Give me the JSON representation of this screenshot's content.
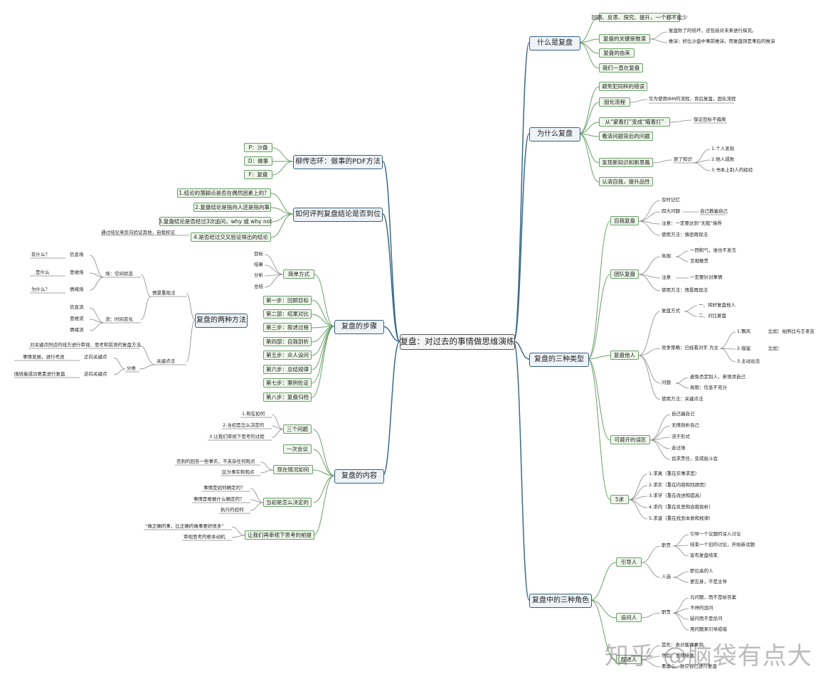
{
  "root": "复盘：对过去的事情做思维演练",
  "right": {
    "what": {
      "title": "什么是复盘",
      "items": [
        "回顾、反思、探究、提升，一个都不能少",
        "复盘的关键是推演",
        "复盘的由来",
        "我们一直在复盘"
      ],
      "key_sub": [
        "复盘败了的结坏，还包括对未来进行探究。",
        "推演：好比沙盘中事前推演，而复盘则是事后的推演"
      ]
    },
    "why": {
      "title": "为什么复盘",
      "items": [
        "避免犯同样的错误",
        "固化流程",
        "从“蒙着打”变成“瞄着打”",
        "看清问题背后的问题",
        "发现新知识和新思路",
        "认清自我，提升品性"
      ],
      "fix_sub": "华为使用IBM的流程，背后复盘，固化流程",
      "aim_sub": "保证目标不偏离",
      "know_label": "原了知识",
      "know_sub": [
        "1.个人发现",
        "2.他人成败",
        "3.书本上别人的经验"
      ]
    },
    "types": {
      "title": "复盘的三种类型",
      "self": {
        "title": "自我复盘",
        "items": [
          "及时记忆",
          "四大问题",
          "注意：一定要达到“无我”境界",
          "使用方法：慎密再现法"
        ],
        "q_sub": "自己教骗自己"
      },
      "team": {
        "title": "团队复盘",
        "items": [
          "氛围",
          "注意",
          "使用方法：情景再现法"
        ],
        "air_sub": [
          "一团和气，谁也不发言",
          "互相推责"
        ],
        "note_sub": "一定要针对事情"
      },
      "other": {
        "title": "复盘他人",
        "items": [
          "复盘方式",
          "竞争策略：已经看对手 为主",
          "问题",
          "使用方法：关键点法"
        ],
        "way_sub": [
          "一、将好复盘他人",
          "二、对比复盘"
        ],
        "comp_sub": [
          "1.飘风",
          "2.借鉴",
          "3.主动出击"
        ],
        "comp_note": [
          "比如：拍照比与王老吉",
          "比如："
        ],
        "q_sub": [
          "避免否定别人，来增添自己",
          "局限：信息不充分"
        ]
      },
      "avoid": {
        "title": "可避开的误区",
        "items": [
          "自己骗自己",
          "无情剖析自己",
          "流于形式",
          "走过场",
          "追求责任，变成批斗会"
        ]
      },
      "five": {
        "title": "5求",
        "items": [
          "1.求真（重在实事求是）",
          "2.求实（重在内容和找原因）",
          "3.求学（重在改进和提高）",
          "4.求内（重在反思和自我剖析）",
          "5.求道（重在找到本质和规律）"
        ]
      }
    },
    "roles": {
      "title": "复盘中的三种角色",
      "guide": {
        "title": "引导人",
        "duty": "职责",
        "duty_items": [
          "引导一个议题的深入讨论",
          "结束一个旧的讨论，开始新话题",
          "宣布复盘结束"
        ],
        "choose": "人选",
        "choose_items": [
          "职位高的人",
          "更忘身，不是主导"
        ]
      },
      "ask": {
        "title": "设问人",
        "duty": "职责",
        "duty_items": [
          "元问题，而不是给答案",
          "不停的追问",
          "疑问而不是反问",
          "用问题来引导成借"
        ]
      },
      "tell": {
        "title": "叙述人",
        "items": [
          "首先：表对客观事实",
          "然后：主观描述",
          "要虚心，放空自己进行复盘"
        ]
      }
    }
  },
  "left": {
    "pdf": {
      "title": "柳传志环：做事的PDF方法",
      "items": [
        "P：沙盘",
        "D：做事",
        "F：复盘"
      ]
    },
    "judge": {
      "title": "如何评判复盘结论是否到位",
      "items": [
        "1.结论的落脚点是否在偶然因素上的？",
        "2.复盘结论是指向人还是指向事",
        "3.复盘结论是否经过3次追问，why 或 why not",
        "4.是否经过交叉验证得出的结论"
      ],
      "cross_note": "通过结论来反向验证其他，自我校证"
    },
    "two": {
      "title": "复盘的两种方法",
      "scene": "情景重现法",
      "field": "场：空间状态",
      "field_items": [
        "信息场",
        "思维场",
        "情绪场"
      ],
      "field_q": [
        "有什么？",
        "是什么",
        "为什么？"
      ],
      "flow": "流：时间变化",
      "flow_items": [
        "信息流",
        "思维流",
        "情绪流"
      ],
      "key": "关键点法",
      "key_note": "对关键点附近的线方进行审视、思考和前测的复盘方法",
      "split": "分类",
      "split_items": [
        "正向关键点",
        "逆向关键点"
      ],
      "split_notes": [
        "事情发展，进行考虑",
        "围绕着成功要素进行复盘"
      ]
    },
    "steps": {
      "title": "复盘的步骤",
      "simple": "简单方式",
      "simple_items": [
        "目标",
        "结果",
        "分析",
        "总结"
      ],
      "items": [
        "第一步：回顾目标",
        "第二部：结果对比",
        "第三步：叙述过程",
        "第四部：自我剖析",
        "第五步：众人设问",
        "第六步：总结规律",
        "第七步：案例佐证",
        "第八步：复盘归档"
      ]
    },
    "content": {
      "title": "复盘的内容",
      "three": "三个问题",
      "three_items": [
        "1.和在如何",
        "2.当初是怎么决定的",
        "3.让我们审视下思考的过程"
      ],
      "meet": "一次会议",
      "now": "现在情况如何",
      "now_items": [
        "否则的回答一些事实，不夹杂任何观点",
        "区分事实和观点"
      ],
      "decide": "当初是怎么决定的",
      "decide_items": [
        "事情是如何确定的？",
        "事情是根据什么确定的？",
        "执行的如何"
      ],
      "rethink": "让我们再审视下思考的前提",
      "rethink_items": [
        "“做正确的事，比正确的做事要好很多”",
        "审视思考的根本动机"
      ]
    }
  },
  "watermark": "知乎 @脑袋有点大"
}
